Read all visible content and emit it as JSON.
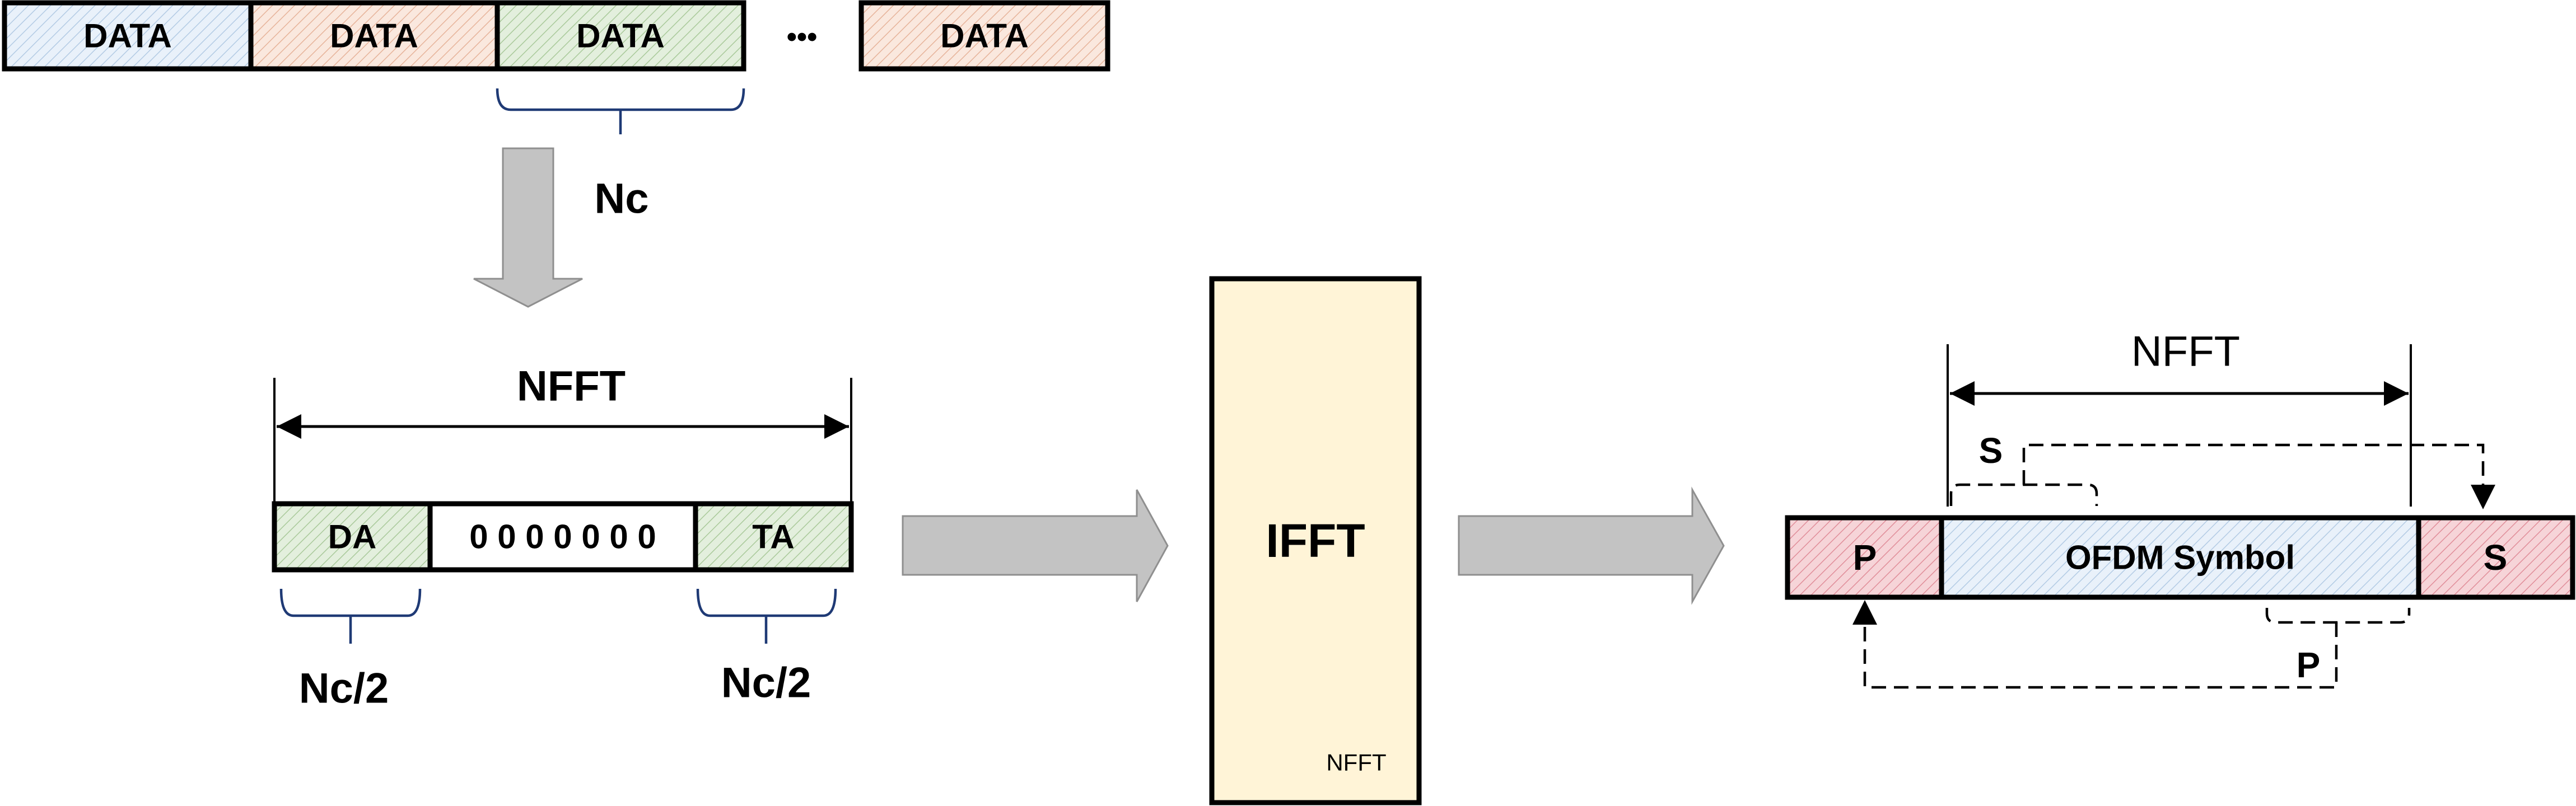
{
  "top_row": {
    "blocks": [
      "DATA",
      "DATA",
      "DATA",
      "DATA"
    ],
    "ellipsis": "•••",
    "group_label": "Nc"
  },
  "frame": {
    "width_label": "NFFT",
    "segments": [
      "DA",
      "0 0 0 0 0 0 0",
      "TA"
    ],
    "left_label": "Nc/2",
    "right_label": "Nc/2"
  },
  "ifft": {
    "title": "IFFT",
    "size_label": "NFFT"
  },
  "output": {
    "width_label": "NFFT",
    "segments": [
      "P",
      "OFDM Symbol",
      "S"
    ],
    "suffix_source_label": "S",
    "prefix_source_label": "P"
  },
  "colors": {
    "blue_fill": "#e9f1fa",
    "orange_fill": "#fae8de",
    "green_fill": "#e3efdd",
    "red_fill": "#f6d4d8",
    "ifft_fill": "#fff4d7",
    "arrow_fill": "#c3c3c3"
  }
}
